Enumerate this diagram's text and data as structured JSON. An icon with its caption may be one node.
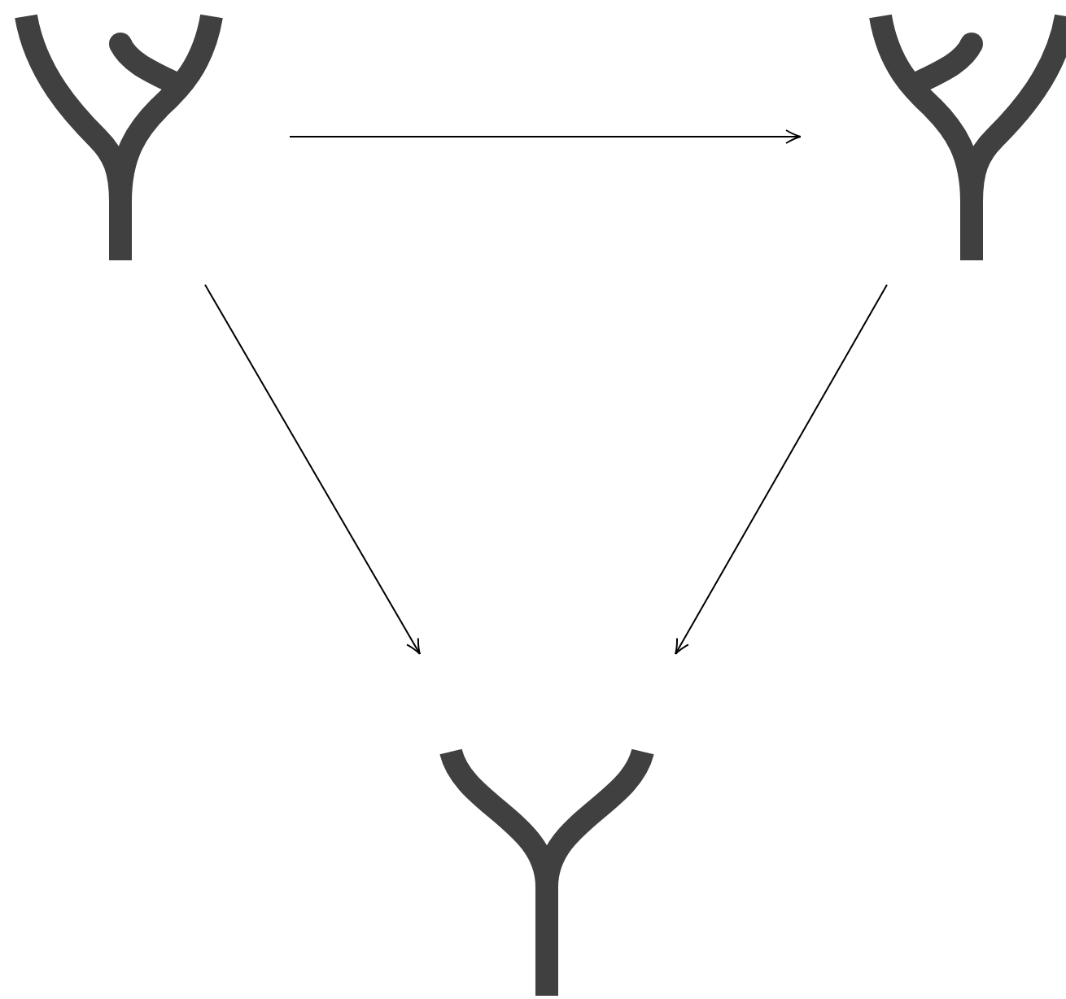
{
  "diagram": {
    "nodes": [
      {
        "text": [],
        "shape": "picture"
      },
      {
        "text": [],
        "shape": "picture"
      },
      {
        "text": [],
        "shape": "picture"
      }
    ],
    "edges": [
      {
        "from": 0,
        "to": 1,
        "arrow": "to"
      },
      {
        "from": 0,
        "to": 2,
        "arrow": "to"
      },
      {
        "from": 1,
        "to": 2,
        "arrow": "to"
      }
    ]
  }
}
